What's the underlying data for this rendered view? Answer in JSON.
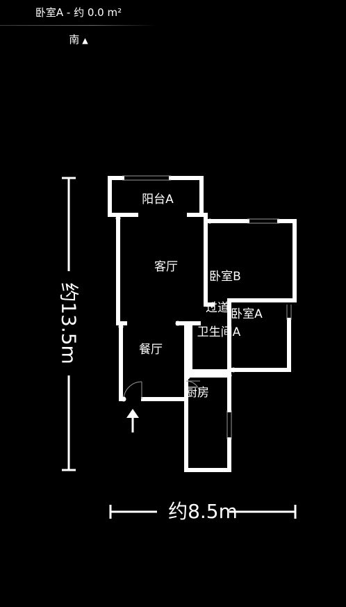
{
  "header": {
    "title": "卧室A - 约 0.0 m²",
    "compass_label": "南",
    "compass_arrow": "▲"
  },
  "floorplan": {
    "rooms": {
      "balcony_a": "阳台A",
      "living_room": "客厅",
      "bedroom_b": "卧室B",
      "corridor": "过道",
      "bedroom_a": "卧室A",
      "bathroom_a": "卫生间A",
      "dining_room": "餐厅",
      "kitchen": "厨房"
    },
    "dimensions": {
      "height": "约13.5m",
      "width": "约8.5m"
    }
  },
  "colors": {
    "background": "#000000",
    "wall": "#ffffff",
    "text": "#ffffff"
  }
}
